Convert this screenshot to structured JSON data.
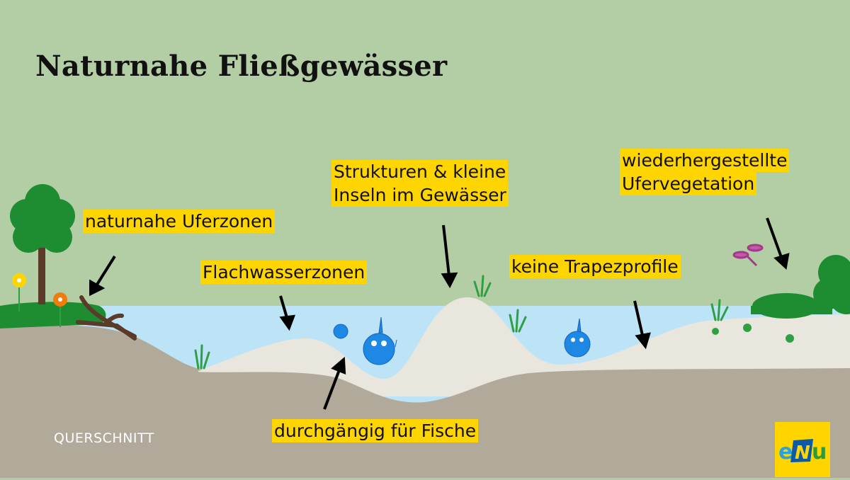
{
  "title": "Naturnahe Fließgewässer",
  "labels": {
    "uferzonen": "naturnahe Uferzonen",
    "flachwasser": "Flachwasserzonen",
    "strukturen_1": "Strukturen & kleine",
    "strukturen_2": "Inseln im Gewässer",
    "ufervegetation_1": "wiederhergestellte",
    "ufervegetation_2": "Ufervegetation",
    "trapez": "keine Trapezprofile",
    "fische": "durchgängig für Fische"
  },
  "section_label": "QUERSCHNITT",
  "logo": {
    "text_e": "e",
    "text_n": "N",
    "text_u": "u"
  },
  "colors": {
    "sky": "#b3cea4",
    "water": "#bde3f7",
    "ground": "#b1a99a",
    "sand": "#e9e7dd",
    "highlight": "#ffd500",
    "green": "#1e8c30",
    "fish": "#1e88e5"
  }
}
